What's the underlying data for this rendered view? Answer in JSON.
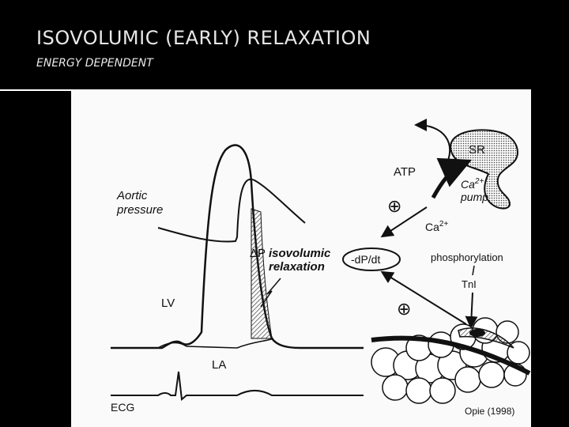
{
  "slide": {
    "title": "ISOVOLUMIC (EARLY) RELAXATION",
    "subtitle": "ENERGY DEPENDENT"
  },
  "diagram": {
    "aortic_label_1": "Aortic",
    "aortic_label_2": "pressure",
    "delta_p": "ΔP",
    "iso_label_1": "isovolumic",
    "iso_label_2": "relaxation",
    "lv": "LV",
    "la": "LA",
    "ecg": "ECG",
    "sr": "SR",
    "atp": "ATP",
    "ca_pump_1": "Ca",
    "ca_pump_sup": "2+",
    "ca_pump_2": "pump",
    "plus_1": "⊕",
    "plus_2": "⊕",
    "dpdt": "-dP/dt",
    "ca2": "Ca",
    "ca2_sup": "2+",
    "phosphorylation": "phosphorylation",
    "tni": "TnI",
    "citation": "Opie (1998)"
  }
}
